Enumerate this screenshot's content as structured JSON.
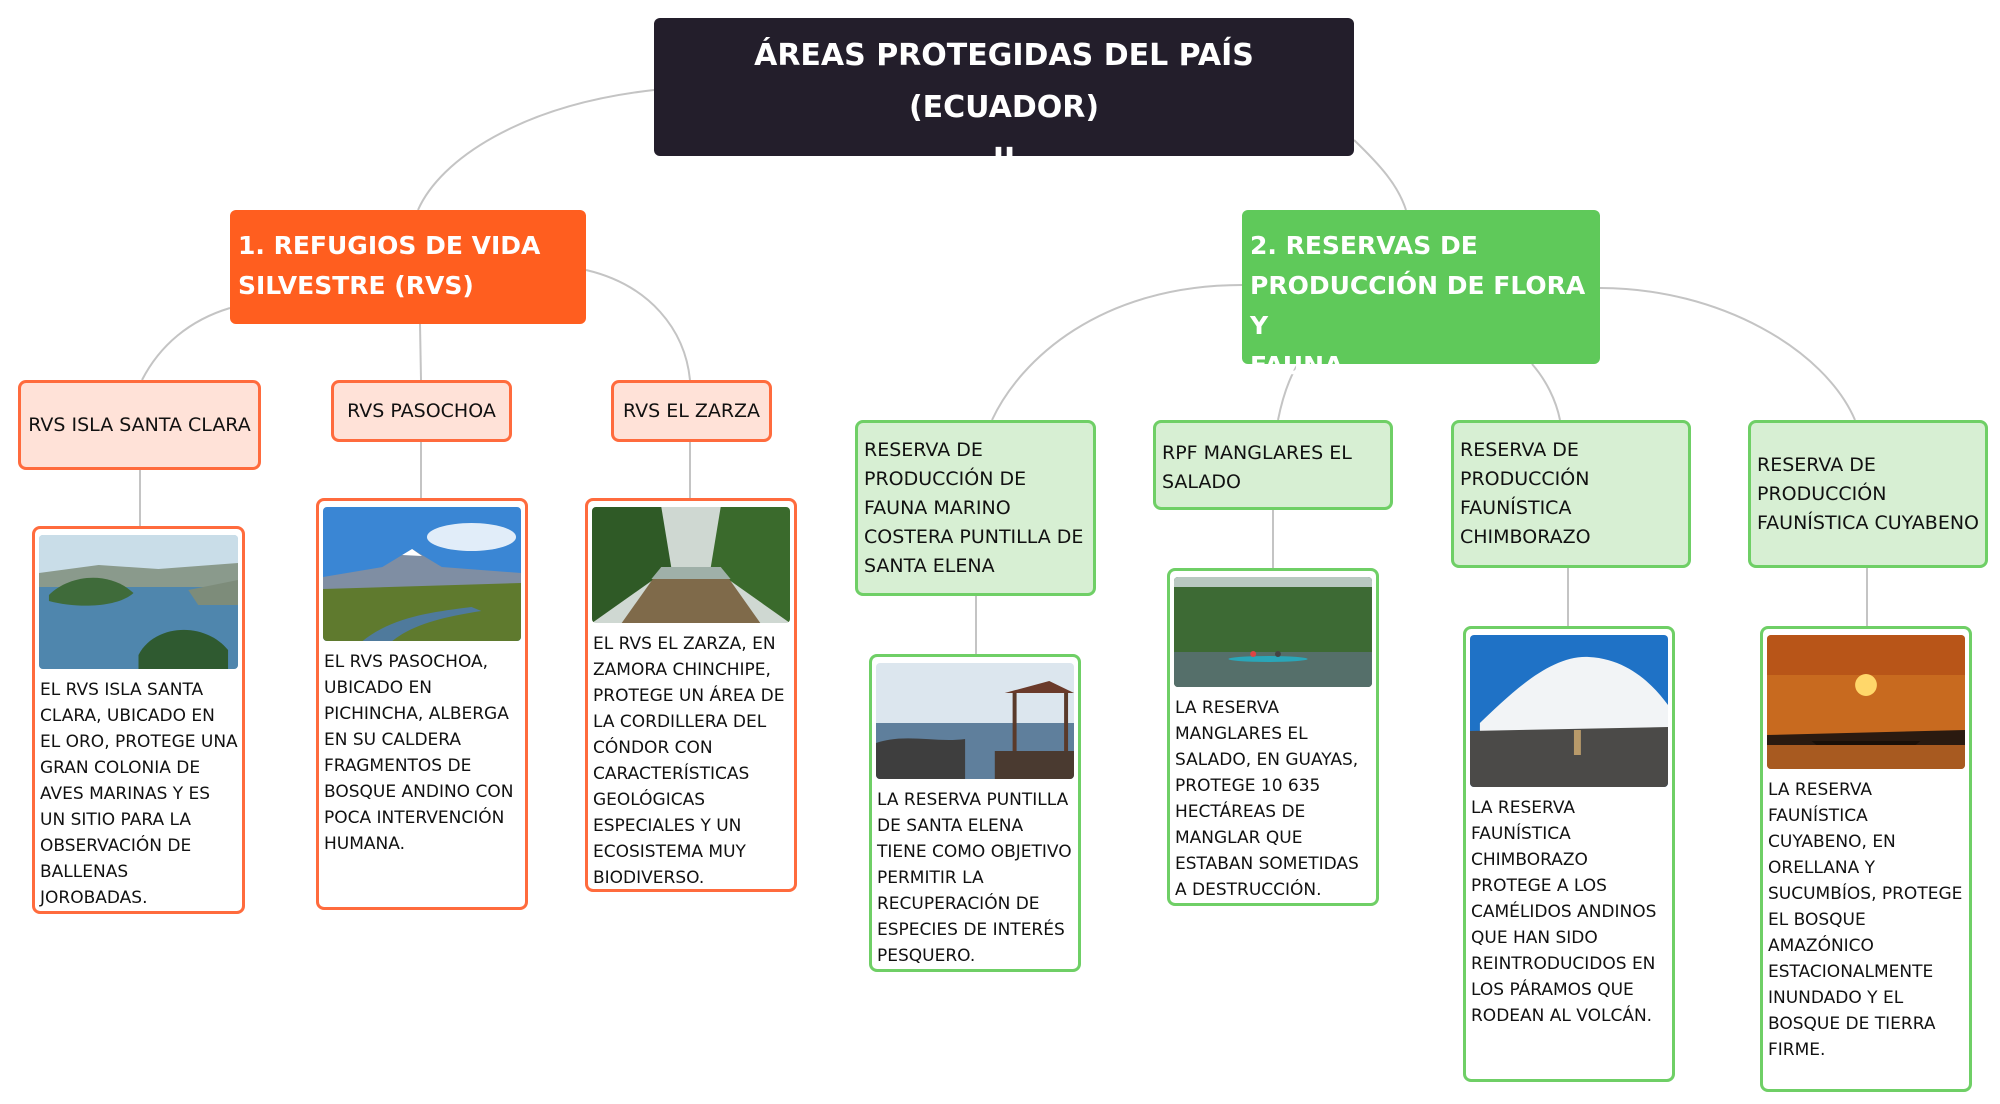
{
  "root": {
    "title_line1": "ÁREAS PROTEGIDAS DEL PAÍS (ECUADOR)",
    "title_line2": "II"
  },
  "categories": [
    {
      "line1": "1. REFUGIOS DE VIDA",
      "line2": "SILVESTRE (RVS)",
      "color": "#ff5e1f"
    },
    {
      "line1": "2. RESERVAS DE",
      "line2": "PRODUCCIÓN DE FLORA Y",
      "line3": "FAUNA",
      "color": "#5fc95a"
    }
  ],
  "subtopics": [
    {
      "label": "RVS ISLA SANTA CLARA"
    },
    {
      "label": "RVS PASOCHOA"
    },
    {
      "label": "RVS EL ZARZA"
    },
    {
      "label": "RESERVA DE PRODUCCIÓN DE FAUNA MARINO COSTERA PUNTILLA DE SANTA ELENA"
    },
    {
      "label": "RPF MANGLARES EL SALADO"
    },
    {
      "label": "RESERVA DE PRODUCCIÓN FAUNÍSTICA CHIMBORAZO"
    },
    {
      "label": "RESERVA DE PRODUCCIÓN FAUNÍSTICA CUYABENO"
    }
  ],
  "cards": [
    {
      "image": "island-bay-photo",
      "text": "EL RVS ISLA SANTA CLARA, UBICADO EN EL ORO, PROTEGE UNA GRAN COLONIA DE AVES MARINAS Y ES UN SITIO PARA LA OBSERVACIÓN DE BALLENAS JOROBADAS."
    },
    {
      "image": "volcano-valley-photo",
      "text": "EL RVS PASOCHOA, UBICADO EN PICHINCHA, ALBERGA EN SU CALDERA FRAGMENTOS DE BOSQUE ANDINO CON POCA INTERVENCIÓN HUMANA."
    },
    {
      "image": "forest-river-photo",
      "text": "EL RVS EL ZARZA, EN ZAMORA CHINCHIPE, PROTEGE UN ÁREA DE LA CORDILLERA DEL CÓNDOR CON CARACTERÍSTICAS GEOLÓGICAS ESPECIALES Y UN ECOSISTEMA MUY BIODIVERSO."
    },
    {
      "image": "coast-gazebo-photo",
      "text": "LA RESERVA PUNTILLA DE SANTA ELENA TIENE COMO OBJETIVO PERMITIR LA RECUPERACIÓN DE ESPECIES DE INTERÉS PESQUERO."
    },
    {
      "image": "mangrove-canoe-photo",
      "text": "LA RESERVA MANGLARES EL SALADO, EN GUAYAS, PROTEGE 10 635 HECTÁREAS DE MANGLAR QUE ESTABAN SOMETIDAS A DESTRUCCIÓN."
    },
    {
      "image": "snow-volcano-vicuna-photo",
      "text": "LA RESERVA FAUNÍSTICA CHIMBORAZO PROTEGE A LOS CAMÉLIDOS ANDINOS QUE HAN SIDO REINTRODUCIDOS EN LOS PÁRAMOS QUE RODEAN AL VOLCÁN."
    },
    {
      "image": "river-sunset-photo",
      "text": "LA RESERVA FAUNÍSTICA CUYABENO, EN ORELLANA Y SUCUMBÍOS, PROTEGE EL BOSQUE AMAZÓNICO ESTACIONALMENTE INUNDADO Y EL BOSQUE DE TIERRA FIRME."
    }
  ],
  "colors": {
    "root_bg": "#231e2b",
    "orange_accent": "#ff5e1f",
    "orange_light": "#ffe2d8",
    "green_accent": "#5fc95a",
    "green_light": "#d7efd3",
    "connector": "#c4c4c4"
  }
}
